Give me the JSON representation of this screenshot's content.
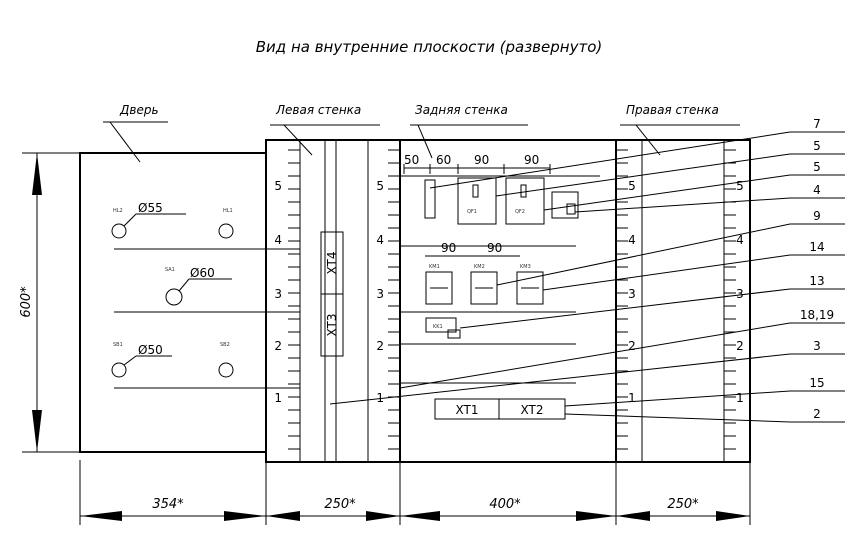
{
  "title": "Вид на внутренние плоскости (развернуто)",
  "sections": {
    "door": "Дверь",
    "left_wall": "Левая стенка",
    "back_wall": "Задняя стенка",
    "right_wall": "Правая стенка"
  },
  "dimensions": {
    "height": "600*",
    "door_width": "354*",
    "left_width": "250*",
    "back_width": "400*",
    "right_width": "250*",
    "col_50": "50",
    "col_60": "60",
    "col_90a": "90",
    "col_90b": "90",
    "row_90a": "90",
    "row_90b": "90"
  },
  "door_items": {
    "hl2": "HL2",
    "hl1": "HL1",
    "sa1": "SA1",
    "sb1": "SB1",
    "sb2": "SB2",
    "d55": "Ø55",
    "d60": "Ø60",
    "d50": "Ø50"
  },
  "terminals": {
    "xt1": "XT1",
    "xt2": "XT2",
    "xt3": "XT3",
    "xt4": "XT4"
  },
  "devices": {
    "qf1": "QF1",
    "qf2": "QF2",
    "km1": "KM1",
    "km2": "KM2",
    "km3": "KM3",
    "kk1": "KK1"
  },
  "scale_marks": [
    "1",
    "2",
    "3",
    "4",
    "5"
  ],
  "callouts": [
    "7",
    "5",
    "5",
    "4",
    "9",
    "14",
    "13",
    "18,19",
    "3",
    "15",
    "2"
  ]
}
